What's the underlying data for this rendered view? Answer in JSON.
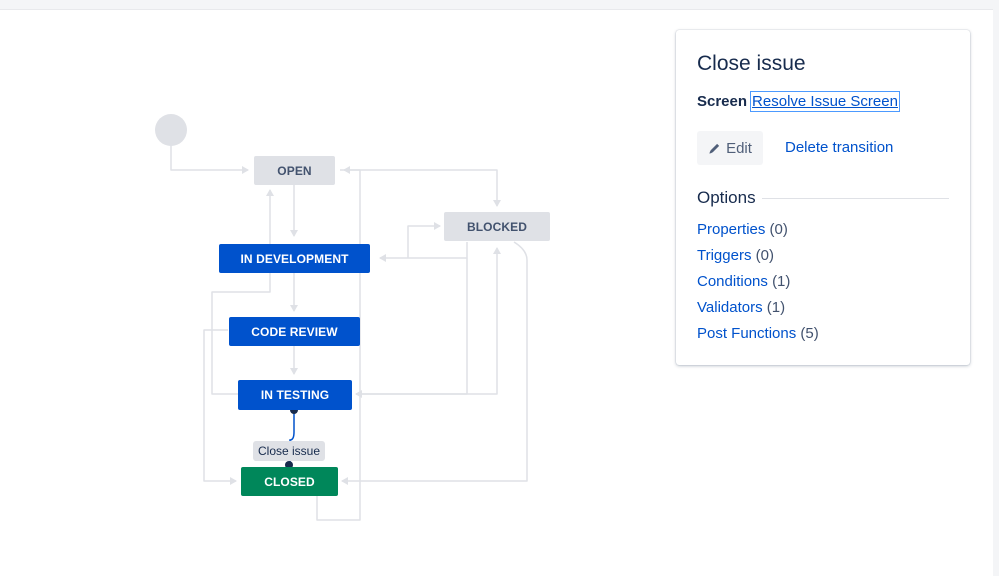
{
  "diagram": {
    "statuses": {
      "open": "OPEN",
      "in_development": "IN DEVELOPMENT",
      "code_review": "CODE REVIEW",
      "in_testing": "IN TESTING",
      "closed": "CLOSED",
      "blocked": "BLOCKED"
    },
    "selected_transition_label": "Close issue",
    "colors": {
      "todo": "#dfe1e6",
      "in_progress": "#0052cc",
      "done": "#00875a",
      "connector": "#dfe1e6",
      "selected_connector": "#0052cc"
    }
  },
  "panel": {
    "title": "Close issue",
    "screen_label": "Screen",
    "screen_link": "Resolve Issue Screen",
    "edit_label": "Edit",
    "delete_label": "Delete transition",
    "options_heading": "Options",
    "options": [
      {
        "label": "Properties",
        "count": "(0)"
      },
      {
        "label": "Triggers",
        "count": "(0)"
      },
      {
        "label": "Conditions",
        "count": "(1)"
      },
      {
        "label": "Validators",
        "count": "(1)"
      },
      {
        "label": "Post Functions",
        "count": "(5)"
      }
    ]
  }
}
